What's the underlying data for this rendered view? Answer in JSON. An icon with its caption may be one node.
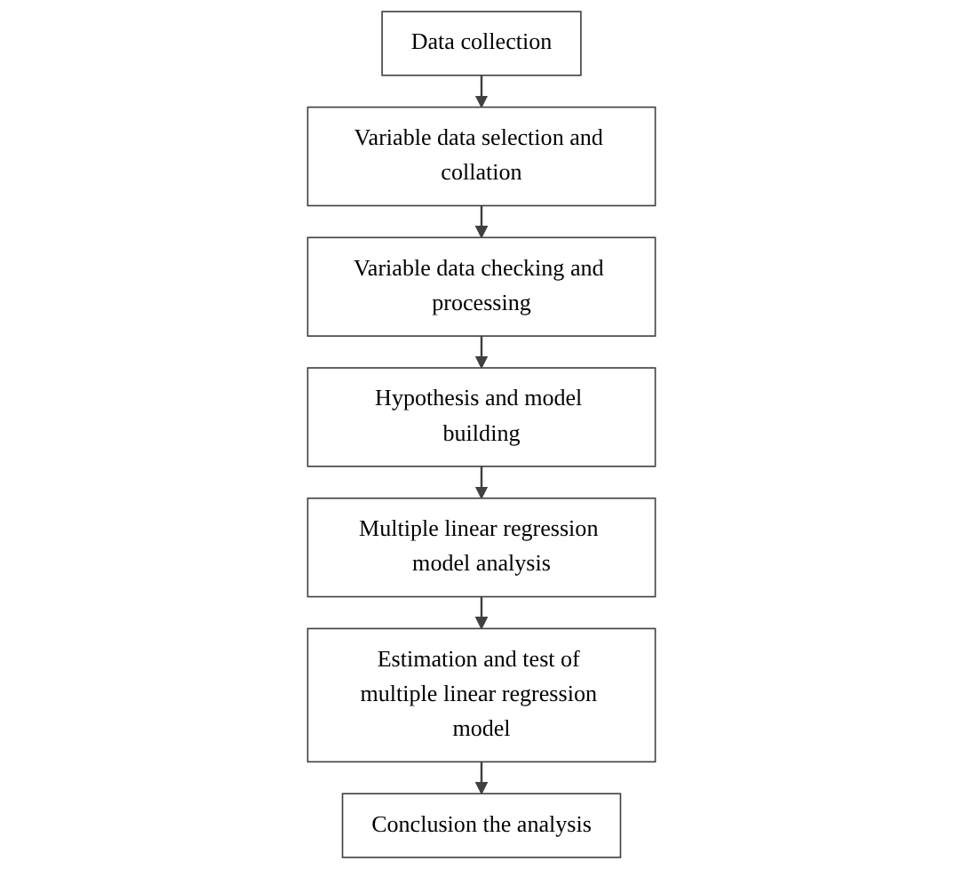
{
  "diagram": {
    "nodes": [
      {
        "text": [
          "Data collection"
        ]
      },
      {
        "text": [
          "Variable data selection and collation"
        ]
      },
      {
        "text": [
          "Variable data checking and processing"
        ]
      },
      {
        "text": [
          "Hypothesis and model building"
        ]
      },
      {
        "text": [
          "Multiple linear regression model analysis"
        ]
      },
      {
        "text": [
          "Estimation and test of multiple linear regression model"
        ]
      },
      {
        "text": [
          "Conclusion the analysis"
        ]
      }
    ],
    "edges": [
      {
        "from": 0,
        "to": 1,
        "arrow": "to"
      },
      {
        "from": 1,
        "to": 2,
        "arrow": "to"
      },
      {
        "from": 2,
        "to": 3,
        "arrow": "to"
      },
      {
        "from": 3,
        "to": 4,
        "arrow": "to"
      },
      {
        "from": 4,
        "to": 5,
        "arrow": "to"
      },
      {
        "from": 5,
        "to": 6,
        "arrow": "to"
      }
    ]
  }
}
